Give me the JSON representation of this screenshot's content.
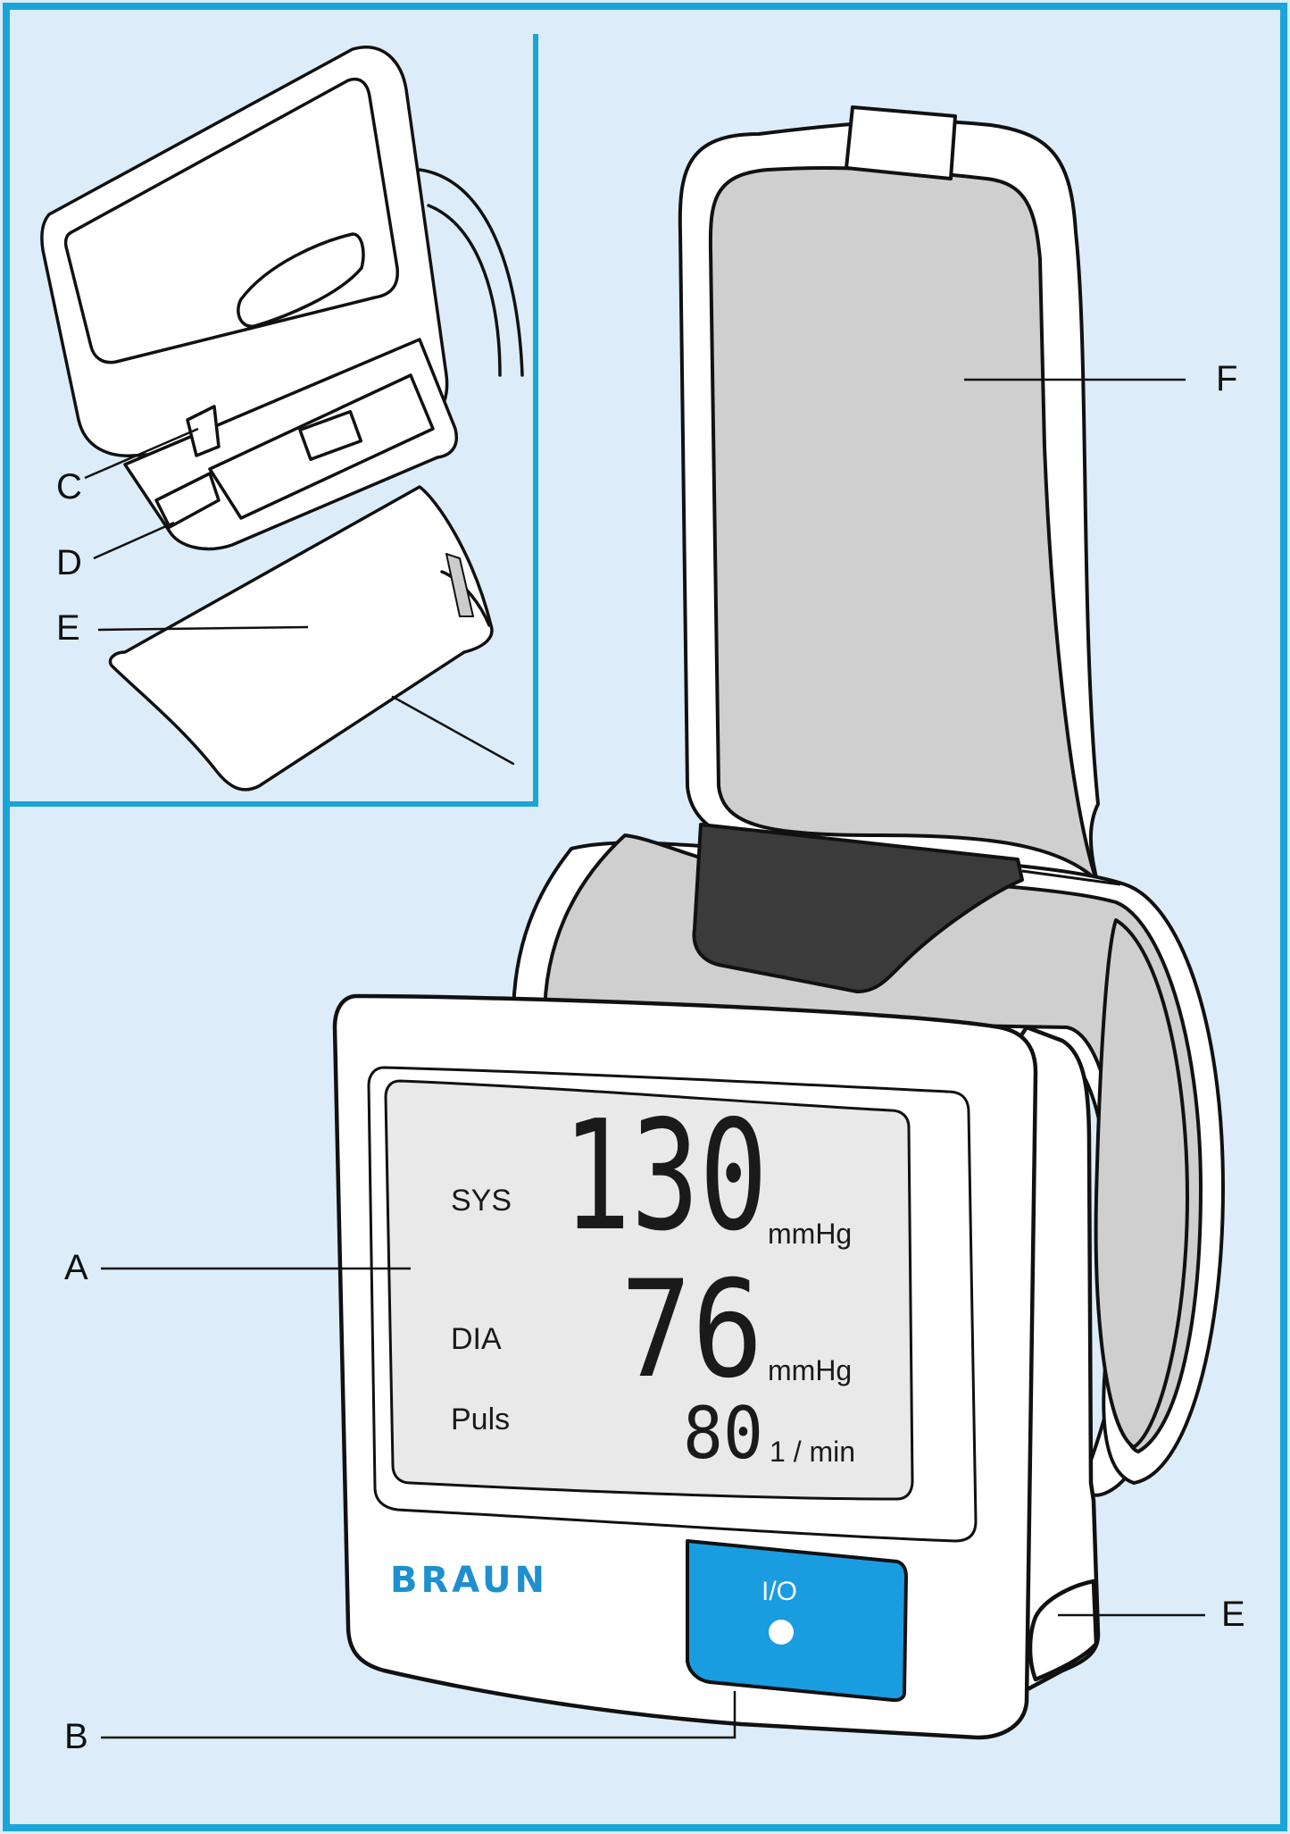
{
  "colors": {
    "background": "#dcedf9",
    "frame": "#1aa4d8",
    "brand": "#1e8fd0",
    "button": "#1a9ce0",
    "lcd": "#e9e9e9",
    "cuff": "#cfcfcf",
    "cuff_dark": "#3b3b3b"
  },
  "callouts": {
    "a": "A",
    "b": "B",
    "c": "C",
    "d": "D",
    "e_inset": "E",
    "e_main": "E",
    "f": "F"
  },
  "display": {
    "sys_label": "SYS",
    "sys_value": "130",
    "sys_unit": "mmHg",
    "dia_label": "DIA",
    "dia_value": "76",
    "dia_unit": "mmHg",
    "pulse_label": "Puls",
    "pulse_value": "80",
    "pulse_unit": "1 / min"
  },
  "device": {
    "brand": "BRAUN",
    "power_button_label": "I/O"
  }
}
